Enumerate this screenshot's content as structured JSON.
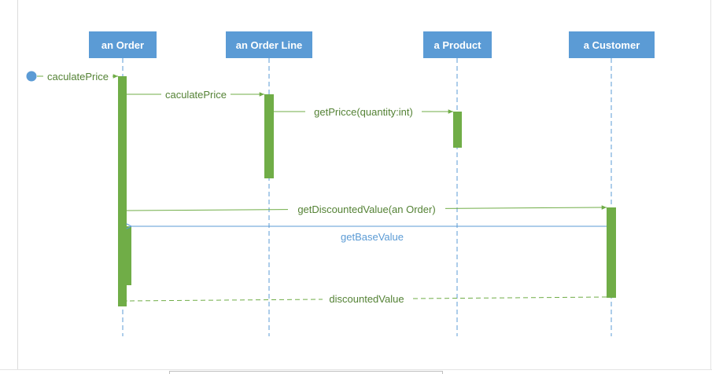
{
  "participants": {
    "order": "an Order",
    "order_line": "an Order Line",
    "product": "a Product",
    "customer": "a Customer"
  },
  "messages": {
    "m1": "caculatePrice",
    "m2": "caculatePrice",
    "m3": "getPricce(quantity:int)",
    "m4": "getDiscountedValue(an Order)",
    "m5": "getBaseValue",
    "m6": "discountedValue"
  },
  "colors": {
    "participant_fill": "#5b9bd5",
    "lifeline": "#5b9bd5",
    "activation": "#70ad47",
    "message_green": "#70ad47",
    "message_blue": "#5b9bd5",
    "label_green": "#548235",
    "label_blue": "#5b9bd5"
  }
}
